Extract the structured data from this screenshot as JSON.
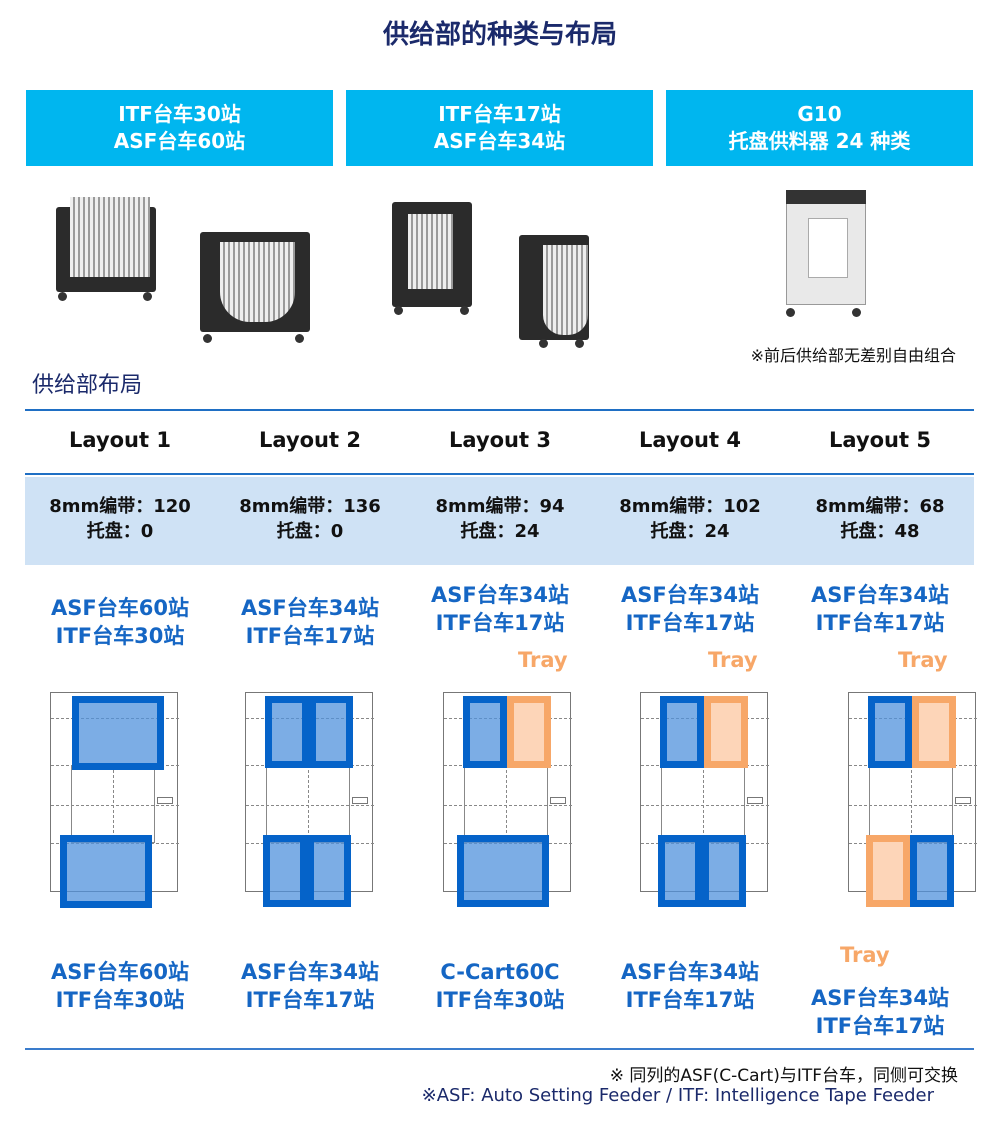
{
  "title": "供给部的种类与布局",
  "feeder_types": [
    {
      "line1": "ITF台车30站",
      "line2": "ASF台车60站"
    },
    {
      "line1": "ITF台车17站",
      "line2": "ASF台车34站"
    },
    {
      "line1": "G10",
      "line2": "托盘供料器 24 种类"
    }
  ],
  "note_top": "※前后供给部无差别自由组合",
  "layout_heading": "供给部布局",
  "colors": {
    "navy": "#1b2a6b",
    "cyan": "#00b6ef",
    "blue": "#0563c9",
    "tray": "#f7a768",
    "band": "#cfe2f5"
  },
  "layouts": [
    {
      "name": "Layout 1",
      "tape": "8mm编带：120",
      "tray": "托盘：0",
      "top_label": [
        "ASF台车60站",
        "ITF台车30站"
      ],
      "top_tray": "",
      "bottom_label": [
        "ASF台车60站",
        "ITF台车30站"
      ],
      "bottom_tray": "",
      "slots": [
        {
          "pos": "top-full",
          "type": "itf"
        },
        {
          "pos": "bottom-full",
          "type": "asf"
        }
      ]
    },
    {
      "name": "Layout 2",
      "tape": "8mm编带：136",
      "tray": "托盘：0",
      "top_label": [
        "ASF台车34站",
        "ITF台车17站"
      ],
      "top_tray": "",
      "bottom_label": [
        "ASF台车34站",
        "ITF台车17站"
      ],
      "bottom_tray": "",
      "slots": [
        {
          "pos": "top-left",
          "type": "asf"
        },
        {
          "pos": "top-right",
          "type": "itf"
        },
        {
          "pos": "bottom-left",
          "type": "asf"
        },
        {
          "pos": "bottom-right",
          "type": "itf"
        }
      ]
    },
    {
      "name": "Layout 3",
      "tape": "8mm编带：94",
      "tray": "托盘：24",
      "top_label": [
        "ASF台车34站",
        "ITF台车17站"
      ],
      "top_tray": "Tray",
      "bottom_label": [
        "C-Cart60C",
        "ITF台车30站"
      ],
      "bottom_tray": "",
      "slots": [
        {
          "pos": "top-left",
          "type": "asf"
        },
        {
          "pos": "top-right",
          "type": "tray"
        },
        {
          "pos": "bottom-wide",
          "type": "ccart"
        }
      ]
    },
    {
      "name": "Layout 4",
      "tape": "8mm编带：102",
      "tray": "托盘：24",
      "top_label": [
        "ASF台车34站",
        "ITF台车17站"
      ],
      "top_tray": "Tray",
      "bottom_label": [
        "ASF台车34站",
        "ITF台车17站"
      ],
      "bottom_tray": "",
      "slots": [
        {
          "pos": "top-left",
          "type": "asf"
        },
        {
          "pos": "top-right",
          "type": "tray"
        },
        {
          "pos": "bottom-left",
          "type": "asf"
        },
        {
          "pos": "bottom-right",
          "type": "itf"
        }
      ]
    },
    {
      "name": "Layout 5",
      "tape": "8mm编带：68",
      "tray": "托盘：48",
      "top_label": [
        "ASF台车34站",
        "ITF台车17站"
      ],
      "top_tray": "Tray",
      "bottom_label": [
        "ASF台车34站",
        "ITF台车17站"
      ],
      "bottom_tray": "Tray",
      "slots": [
        {
          "pos": "top-left",
          "type": "asf"
        },
        {
          "pos": "top-right",
          "type": "tray"
        },
        {
          "pos": "bottom-left",
          "type": "tray"
        },
        {
          "pos": "bottom-right",
          "type": "itf"
        }
      ]
    }
  ],
  "footnotes": [
    "※ 同列的ASF(C-Cart)与ITF台车，同侧可交换",
    "※ASF: Auto Setting Feeder / ITF: Intelligence Tape Feeder"
  ]
}
